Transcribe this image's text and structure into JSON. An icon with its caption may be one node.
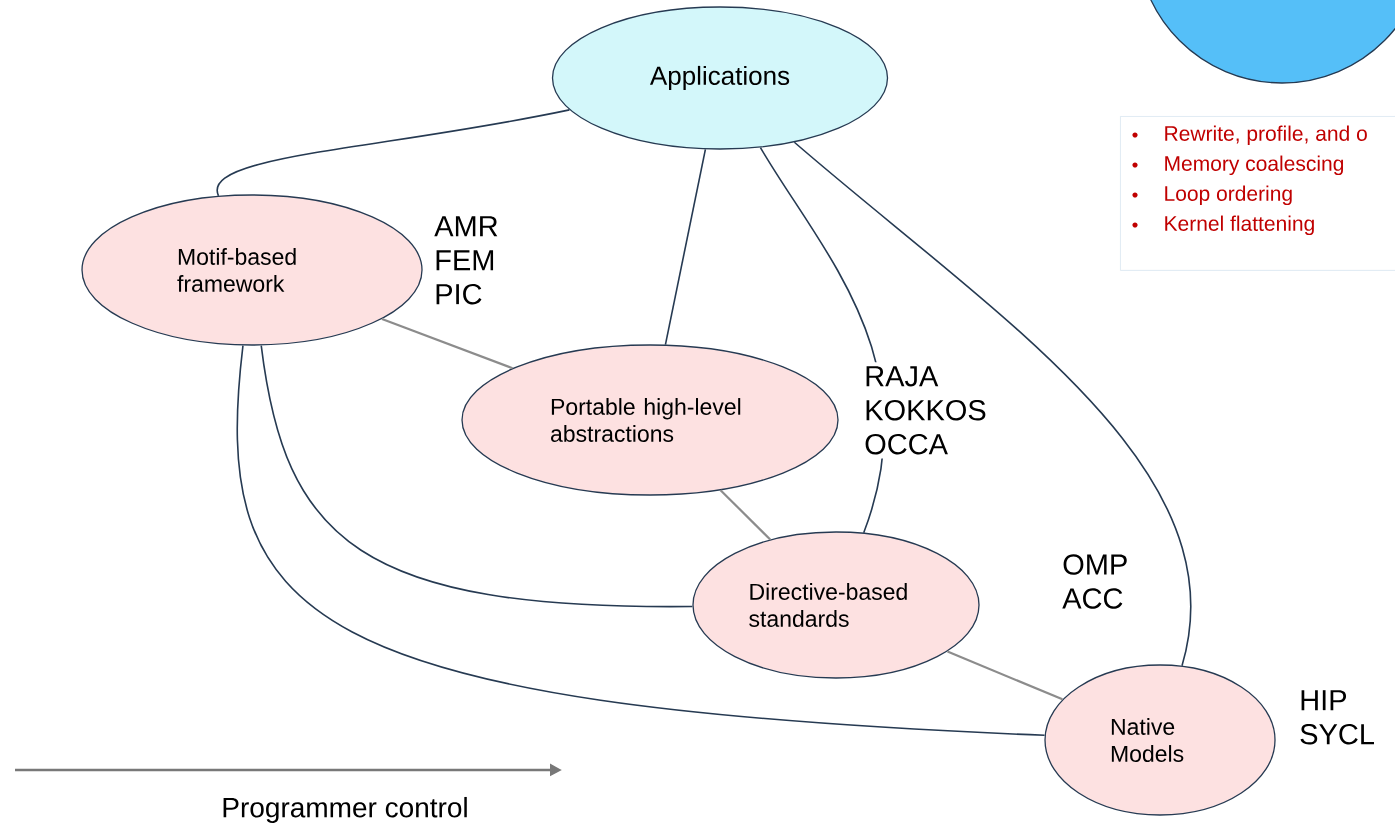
{
  "diagram": {
    "nodes": [
      {
        "text": [
          "Applications"
        ]
      },
      {
        "text": [],
        "shape": "circle"
      },
      {
        "text": [
          "Rewrite, profile, and o",
          "Memory coalescing",
          "Loop ordering",
          "Kernel flattening"
        ]
      },
      {
        "text": [
          "Motif-based framework"
        ],
        "beside": [
          "AMR FEM PIC"
        ]
      },
      {
        "text": [
          "Portable high-level abstractions"
        ],
        "beside": [
          "RAJA KOKKOS OCCA"
        ]
      },
      {
        "text": [
          "Directive-based standards"
        ],
        "beside": [
          "OMP ACC"
        ]
      },
      {
        "text": [
          "Native Models"
        ],
        "beside": [
          "HIP SYCL"
        ]
      }
    ],
    "edges": [
      {
        "from": 0,
        "to": 3,
        "arrow": "none"
      },
      {
        "from": 0,
        "to": 4,
        "arrow": "none"
      },
      {
        "from": 0,
        "to": 5,
        "arrow": "none"
      },
      {
        "from": 0,
        "to": 6,
        "arrow": "none"
      },
      {
        "from": 3,
        "to": 4,
        "arrow": "none",
        "color": "#8c8c8c"
      },
      {
        "from": 3,
        "to": 5,
        "arrow": "none"
      },
      {
        "from": 3,
        "to": 6,
        "arrow": "none"
      },
      {
        "from": 4,
        "to": 5,
        "arrow": "none",
        "color": "#8c8c8c"
      },
      {
        "from": 5,
        "to": 6,
        "arrow": "none",
        "color": "#8c8c8c"
      }
    ],
    "labels": [
      "Programmer control"
    ]
  }
}
